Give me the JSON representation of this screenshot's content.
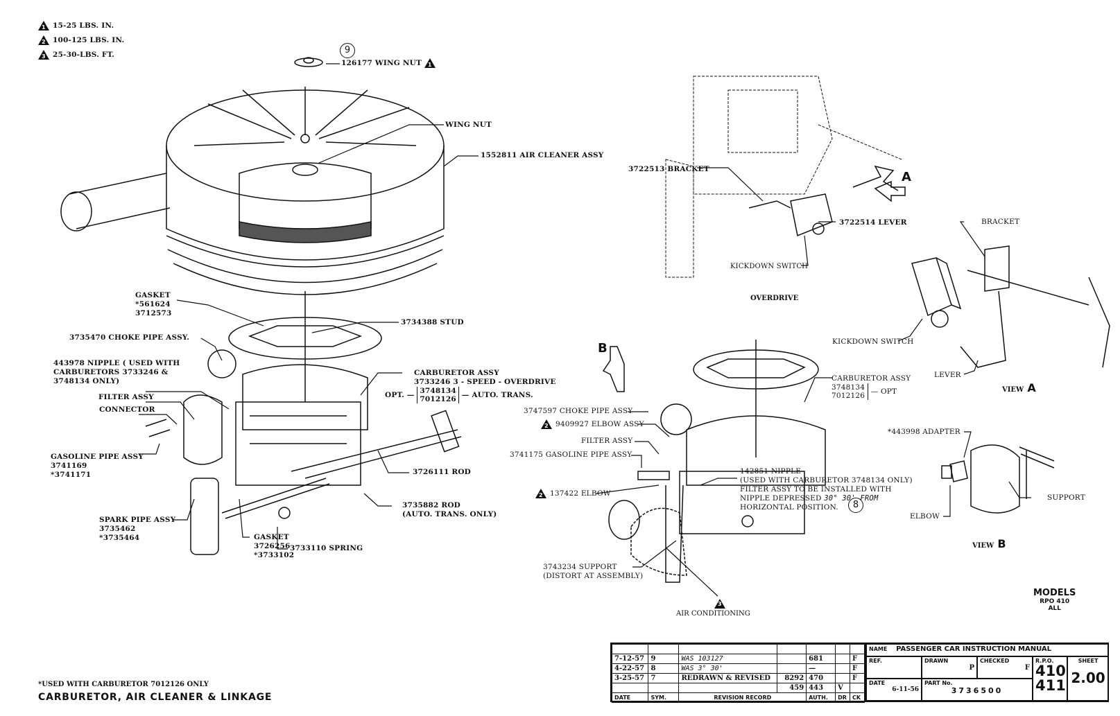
{
  "torque_legend": [
    {
      "marker": "1",
      "text": "15-25 LBS. IN."
    },
    {
      "marker": "2",
      "text": "100-125 LBS. IN."
    },
    {
      "marker": "3",
      "text": "25-30-LBS. FT."
    }
  ],
  "left_assembly": {
    "callout_9": "9",
    "wing_nut_top": "126177 WING NUT",
    "wing_nut_top_marker": "1",
    "wing_nut": "WING NUT",
    "air_cleaner": "1552811 AIR CLEANER ASSY",
    "gasket": {
      "title": "GASKET",
      "parts": [
        "*561624",
        "3712573"
      ]
    },
    "stud": "3734388 STUD",
    "choke_pipe": "3735470 CHOKE PIPE ASSY.",
    "nipple": [
      "443978 NIPPLE ( USED WITH",
      "CARBURETORS 3733246 &",
      "3748134 ONLY)"
    ],
    "filter": "FILTER ASSY",
    "connector": "CONNECTOR",
    "carburetor": {
      "title": "CARBURETOR ASSY",
      "line1": "3733246 3 - SPEED - OVERDRIVE",
      "opt_label": "OPT.",
      "opt_parts": [
        "3748134",
        "7012126"
      ],
      "opt_desc": "AUTO. TRANS."
    },
    "gasoline_pipe": {
      "title": "GASOLINE PIPE ASSY",
      "parts": [
        "3741169",
        "*3741171"
      ]
    },
    "rod1": "3726111 ROD",
    "rod2": [
      "3735882 ROD",
      "(AUTO. TRANS. ONLY)"
    ],
    "spark_pipe": {
      "title": "SPARK PIPE ASSY",
      "parts": [
        "3735462",
        "*3735464"
      ]
    },
    "gasket2": {
      "title": "GASKET",
      "parts": [
        "3726256",
        "*3733102"
      ]
    },
    "spring": "3733110 SPRING"
  },
  "overdrive": {
    "bracket": "3722513 BRACKET",
    "lever": "3722514 LEVER",
    "kickdown": "KICKDOWN SWITCH",
    "caption": "OVERDRIVE",
    "arrow_label": "A"
  },
  "view_a": {
    "bracket": "BRACKET",
    "kickdown": "KICKDOWN SWITCH",
    "lever": "LEVER",
    "caption_view": "VIEW",
    "caption_letter": "A"
  },
  "air_conditioning": {
    "arrow_label": "B",
    "carburetor": {
      "title": "CARBURETOR ASSY",
      "parts": [
        "3748134",
        "7012126"
      ],
      "opt": "OPT"
    },
    "choke_pipe": "3747597 CHOKE PIPE ASSY",
    "elbow_assy": "9409927 ELBOW ASSY",
    "elbow_assy_marker": "2",
    "filter": "FILTER ASSY",
    "gasoline_pipe": "3741175 GASOLINE PIPE ASSY",
    "nipple": [
      "142851 NIPPLE",
      "(USED WITH CARBURETOR 3748134 ONLY)",
      "FILTER ASSY TO BE INSTALLED WITH",
      "NIPPLE DEPRESSED",
      "HORIZONTAL POSITION."
    ],
    "nipple_hand": "30° 30' FROM",
    "callout_8": "8",
    "elbow": "137422 ELBOW",
    "elbow_marker": "2",
    "support": [
      "3743234 SUPPORT",
      "(DISTORT AT ASSEMBLY)"
    ],
    "support_marker": "3",
    "caption": "AIR CONDITIONING"
  },
  "view_b": {
    "adapter": "*443998 ADAPTER",
    "support": "SUPPORT",
    "elbow": "ELBOW",
    "caption_view": "VIEW",
    "caption_letter": "B"
  },
  "models": {
    "title": "MODELS",
    "line1": "RPO 410",
    "line2": "ALL"
  },
  "footnote": "*USED WITH CARBURETOR 7012126 ONLY",
  "page_title": "CARBURETOR, AIR CLEANER & LINKAGE",
  "revision_record": {
    "rows": [
      {
        "date": "",
        "sym": "",
        "desc": "",
        "num": "",
        "auth": "",
        "dr": "",
        "ck": ""
      },
      {
        "date": "7-12-57",
        "sym": "9",
        "desc": "WAS 103127",
        "num": "",
        "auth": "681",
        "dr": "",
        "ck": "F"
      },
      {
        "date": "4-22-57",
        "sym": "8",
        "desc": "WAS 3° 30'",
        "num": "",
        "auth": "—",
        "dr": "",
        "ck": "F"
      },
      {
        "date": "3-25-57",
        "sym": "7",
        "desc": "REDRAWN & REVISED",
        "num": "8292",
        "auth": "470",
        "dr": "",
        "ck": "F"
      },
      {
        "date": "",
        "sym": "",
        "desc": "",
        "num": "459",
        "auth": "443",
        "dr": "V",
        "ck": ""
      }
    ],
    "headers": {
      "date": "DATE",
      "sym": "SYM.",
      "desc": "REVISION RECORD",
      "auth": "AUTH.",
      "dr": "DR",
      "ck": "CK"
    }
  },
  "title_block": {
    "name_label": "NAME",
    "name_value": "PASSENGER CAR INSTRUCTION MANUAL",
    "ref_label": "REF.",
    "drawn_label": "DRAWN",
    "drawn_value": "P",
    "checked_label": "CHECKED",
    "checked_value": "F",
    "date_label": "DATE",
    "date_value": "6-11-56",
    "part_label": "PART No.",
    "part_value": "3736500",
    "rpo_label": "R.P.O.",
    "rpo_values": [
      "410",
      "411"
    ],
    "sheet_label": "SHEET",
    "sheet_value": "2.00"
  }
}
